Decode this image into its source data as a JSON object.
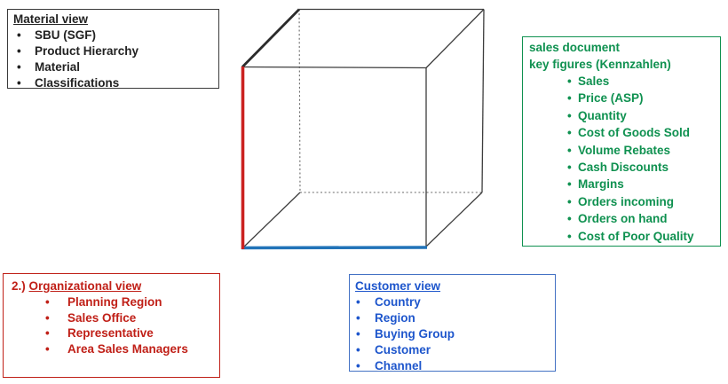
{
  "colors": {
    "text_black": "#222222",
    "box_border_dark": "#3a3a3a",
    "green": "#0f9150",
    "red_text": "#c02018",
    "red_edge": "#cb2220",
    "blue_text": "#1e56cc",
    "blue_border": "#4472c4",
    "blue_edge": "#2173b8",
    "black_edge": "#2b2b2b",
    "line": "#3d3d3d",
    "dash": "#6a6a6a"
  },
  "boxes": {
    "material": {
      "title": "Material view",
      "items": [
        "SBU (SGF)",
        "Product Hierarchy",
        "Material",
        "Classifications"
      ]
    },
    "sales_key_figures": {
      "title_line1": "sales document",
      "title_line2": "key figures (Kennzahlen)",
      "items": [
        "Sales",
        "Price (ASP)",
        "Quantity",
        "Cost of Goods Sold",
        "Volume Rebates",
        "Cash Discounts",
        "Margins",
        "Orders incoming",
        "Orders on hand",
        "Cost of Poor Quality"
      ]
    },
    "organizational": {
      "prefix": "2.)",
      "title": "Organizational view",
      "items": [
        "Planning Region",
        "Sales Office",
        "Representative",
        "Area Sales Managers"
      ]
    },
    "customer": {
      "title": "Customer view",
      "items": [
        "Country",
        "Region",
        "Buying Group",
        "Customer",
        "Channel"
      ]
    }
  },
  "cube": {
    "highlighted_edges": {
      "front_left_vertical": "red (organizational view axis)",
      "front_bottom_horizontal": "blue (customer view axis)",
      "top_left_diagonal": "black (material view axis)"
    }
  }
}
